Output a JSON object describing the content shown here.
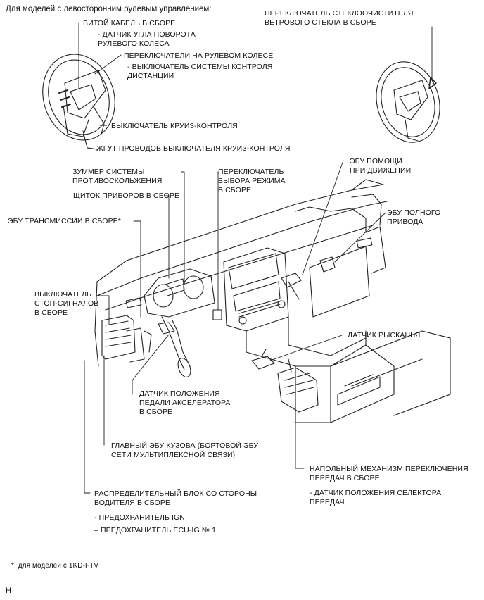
{
  "header": "Для моделей с левосторонним рулевым управлением:",
  "labels": {
    "spiral_cable": "ВИТОЙ КАБЕЛЬ В СБОРЕ",
    "steering_angle_sensor": "- ДАТЧИК УГЛА ПОВОРОТА",
    "steering_angle_sensor_2": "РУЛЕВОГО КОЛЕСА",
    "steering_pad_switches": "ПЕРЕКЛЮЧАТЕЛИ НА РУЛЕВОМ КОЛЕСЕ",
    "distance_control_switch": "- ВЫКЛЮЧАТЕЛЬ СИСТЕМЫ КОНТРОЛЯ",
    "distance_control_switch_2": "ДИСТАНЦИИ",
    "cruise_switch": "ВЫКЛЮЧАТЕЛЬ КРУИЗ-КОНТРОЛЯ",
    "cruise_harness": "ЖГУТ ПРОВОДОВ ВЫКЛЮЧАТЕЛЯ КРУИЗ-КОНТРОЛЯ",
    "wiper_switch": "ПЕРЕКЛЮЧАТЕЛЬ СТЕКЛООЧИСТИТЕЛЯ",
    "wiper_switch_2": "ВЕТРОВОГО СТЕКЛА В СБОРЕ",
    "buzzer": "ЗУММЕР СИСТЕМЫ",
    "buzzer_2": "ПРОТИВОСКОЛЬЖЕНИЯ",
    "meter": "ЩИТОК ПРИБОРОВ В СБОРЕ",
    "ecm": "ЭБУ ТРАНСМИССИИ В СБОРЕ*",
    "mode_switch": "ПЕРЕКЛЮЧАТЕЛЬ",
    "mode_switch_2": "ВЫБОРА РЕЖИМА",
    "mode_switch_3": "В СБОРЕ",
    "drive_assist_ecu": "ЭБУ ПОМОЩИ",
    "drive_assist_ecu_2": "ПРИ ДВИЖЕНИИ",
    "awd_ecu": "ЭБУ ПОЛНОГО",
    "awd_ecu_2": "ПРИВОДА",
    "stop_lamp_switch": "ВЫКЛЮЧАТЕЛЬ",
    "stop_lamp_switch_2": "СТОП-СИГНАЛОВ",
    "stop_lamp_switch_3": "В СБОРЕ",
    "yaw_sensor": "ДАТЧИК РЫСКАНЬЯ",
    "accel_sensor": "ДАТЧИК ПОЛОЖЕНИЯ",
    "accel_sensor_2": "ПЕДАЛИ АКСЕЛЕРАТОРА",
    "accel_sensor_3": "В СБОРЕ",
    "body_ecu": "ГЛАВНЫЙ ЭБУ КУЗОВА (БОРТОВОЙ ЭБУ",
    "body_ecu_2": "СЕТИ МУЛЬТИПЛЕКСНОЙ СВЯЗИ)",
    "shift_lever": "НАПОЛЬНЫЙ МЕХАНИЗМ ПЕРЕКЛЮЧЕНИЯ",
    "shift_lever_2": "ПЕРЕДАЧ В СБОРЕ",
    "shift_sensor": "- ДАТЧИК ПОЛОЖЕНИЯ СЕЛЕКТОРА",
    "shift_sensor_2": "ПЕРЕДАЧ",
    "junction_block": "РАСПРЕДЕЛИТЕЛЬНЫЙ БЛОК СО СТОРОНЫ",
    "junction_block_2": "ВОДИТЕЛЯ В СБОРЕ",
    "fuse_ign": "- ПРЕДОХРАНИТЕЛЬ IGN",
    "fuse_ecu_ig": "– ПРЕДОХРАНИТЕЛЬ ECU-IG № 1"
  },
  "footnote": "*: для моделей с 1KD-FTV",
  "corner_mark": "H"
}
